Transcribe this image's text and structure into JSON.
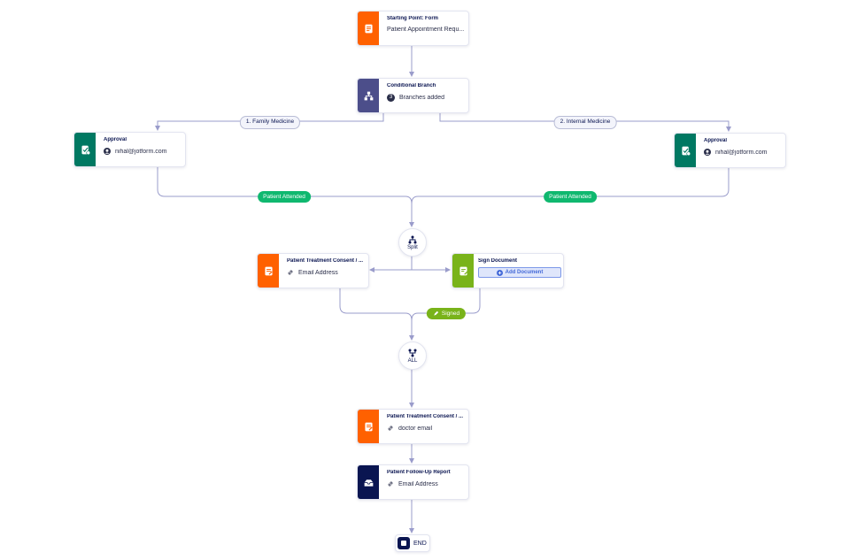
{
  "colors": {
    "form": "#ff6100",
    "branch": "#4c4e8a",
    "approval": "#007862",
    "sign": "#79b31a",
    "report": "#0a1551",
    "edge": "#9a9ccb",
    "green_pill": "#0fb86f"
  },
  "nodes": {
    "start": {
      "title": "Starting Point: Form",
      "subtitle": "Patient Appointment Requ...",
      "icon": "form-icon"
    },
    "branch": {
      "title": "Conditional Branch",
      "badge": "3",
      "subtitle": "Branches added",
      "icon": "hierarchy-icon"
    },
    "approval_left": {
      "title": "Approval",
      "subtitle": "nihal@jotform.com",
      "icon": "approval-icon"
    },
    "approval_right": {
      "title": "Approval",
      "subtitle": "nihal@jotform.com",
      "icon": "approval-icon"
    },
    "consent_1": {
      "title": "Patient Treatment Consent / ...",
      "subtitle": "Email Address",
      "icon": "form-icon"
    },
    "sign": {
      "title": "Sign Document",
      "button": "Add Document",
      "icon": "sign-document-icon"
    },
    "consent_2": {
      "title": "Patient Treatment Consent / ...",
      "subtitle": "doctor email",
      "icon": "form-icon"
    },
    "report": {
      "title": "Patient Follow-Up Report",
      "subtitle": "Email Address",
      "icon": "report-icon"
    }
  },
  "labels": {
    "branch_1": "1. Family Medicine",
    "branch_2": "2. Internal Medicine",
    "attended_left": "Patient Attended",
    "attended_right": "Patient Attended",
    "signed": "Signed"
  },
  "split": {
    "label": "Split"
  },
  "all": {
    "label": "ALL"
  },
  "end": {
    "label": "END"
  }
}
